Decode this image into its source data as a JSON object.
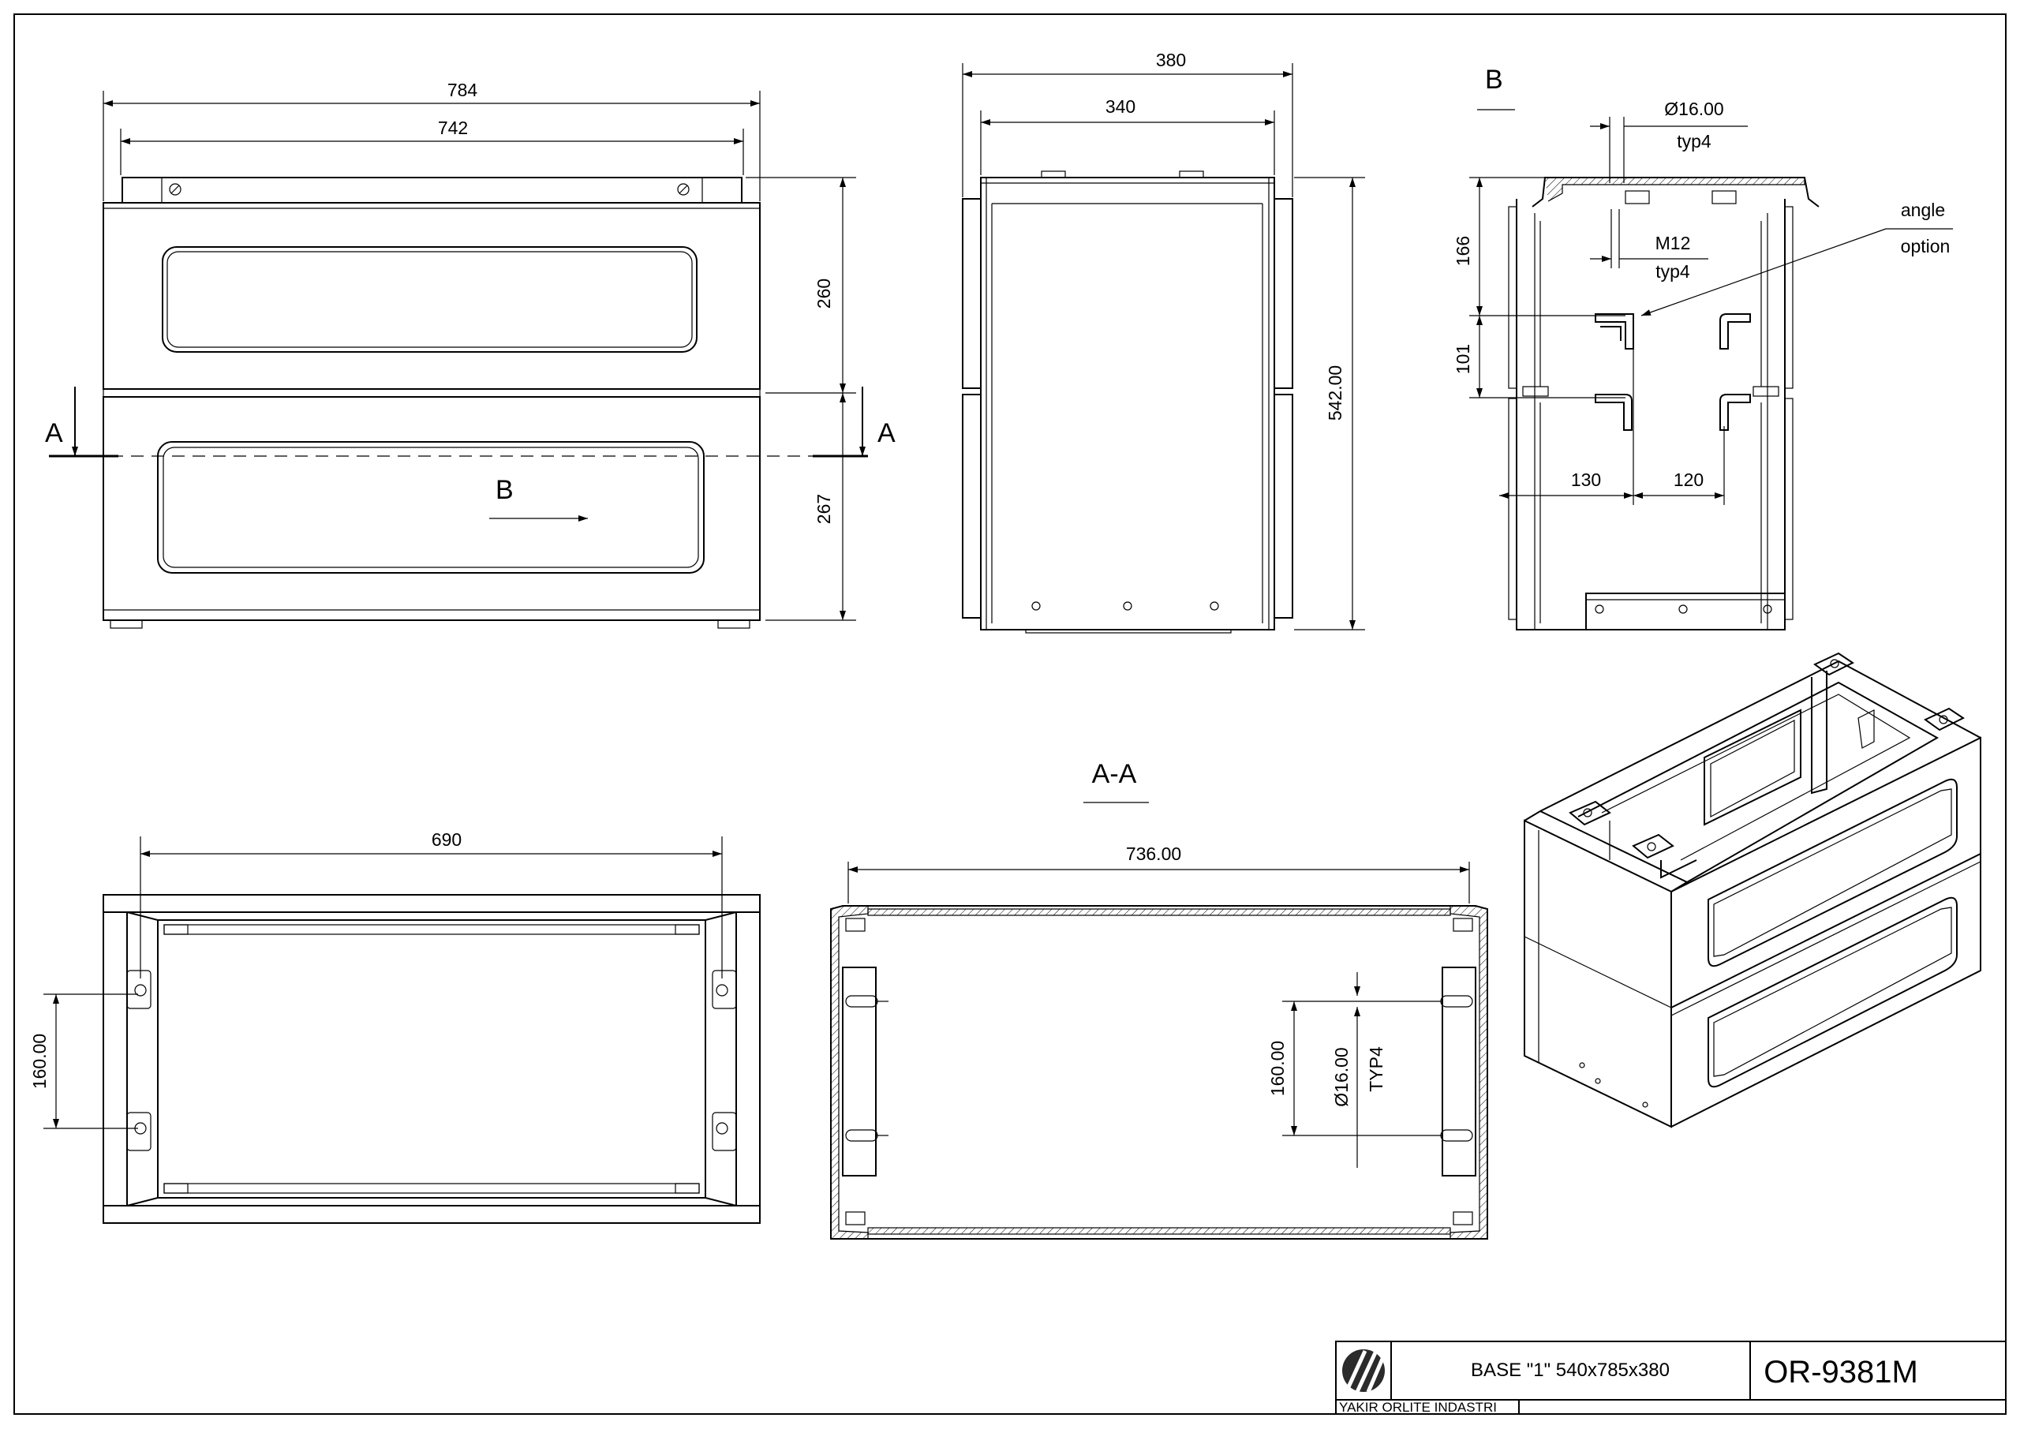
{
  "drawing": {
    "front_view": {
      "overall_width": "784",
      "inner_width": "742",
      "upper_height": "260",
      "lower_height": "267",
      "section_mark": "A",
      "view_mark": "B"
    },
    "side_view": {
      "overall_depth": "380",
      "inner_depth": "340",
      "overall_height": "542.00"
    },
    "detail_b": {
      "title": "B",
      "hole_dia": "Ø16.00",
      "hole_qty": "typ4",
      "thread": "M12",
      "thread_qty": "typ4",
      "angle_note_1": "angle",
      "angle_note_2": "option",
      "h1": "166",
      "h2": "101",
      "w1": "130",
      "w2": "120"
    },
    "bottom_view": {
      "width": "690",
      "height": "160.00"
    },
    "section_aa": {
      "title": "A-A",
      "width": "736.00",
      "hole_spacing": "160.00",
      "hole_dia": "Ø16.00",
      "hole_qty": "TYP4"
    }
  },
  "title_block": {
    "description": "BASE \"1\" 540x785x380",
    "part_number": "OR-9381M",
    "company": "YAKIR ORLITE INDASTRI"
  }
}
